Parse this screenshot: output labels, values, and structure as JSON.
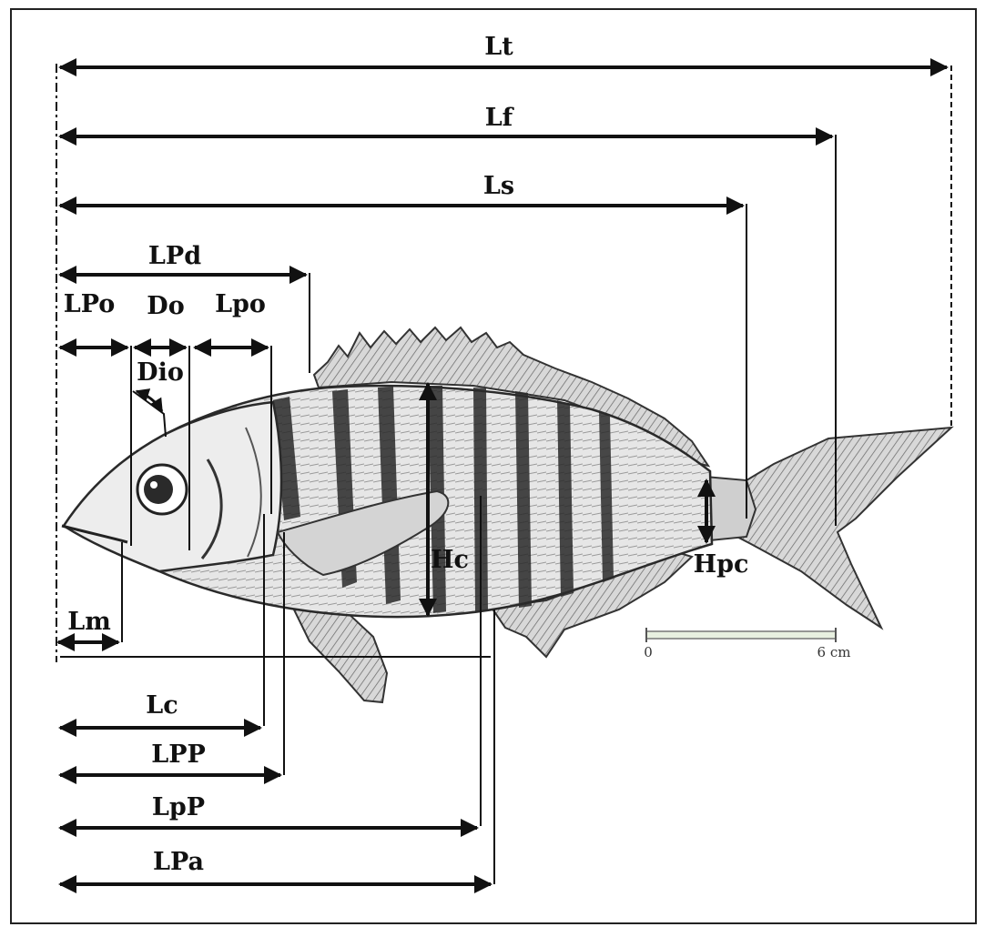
{
  "figure": {
    "labels": {
      "lt": "Lt",
      "lf": "Lf",
      "ls": "Ls",
      "lpd": "LPd",
      "lpo_pre": "LPo",
      "do": "Do",
      "lpo_post": "Lpo",
      "dio": "Dio",
      "hc": "Hc",
      "hpc": "Hpc",
      "lm": "Lm",
      "lc": "Lc",
      "lpp_pectoral": "LPP",
      "lpp_pelvic": "LpP",
      "lpa": "LPa"
    },
    "scale_bar": {
      "start": "0",
      "end": "6 cm"
    },
    "colors": {
      "ink": "#111111",
      "border": "#222222",
      "fish_body": "#e3e3e3",
      "fish_band": "#2a2a2a"
    }
  }
}
